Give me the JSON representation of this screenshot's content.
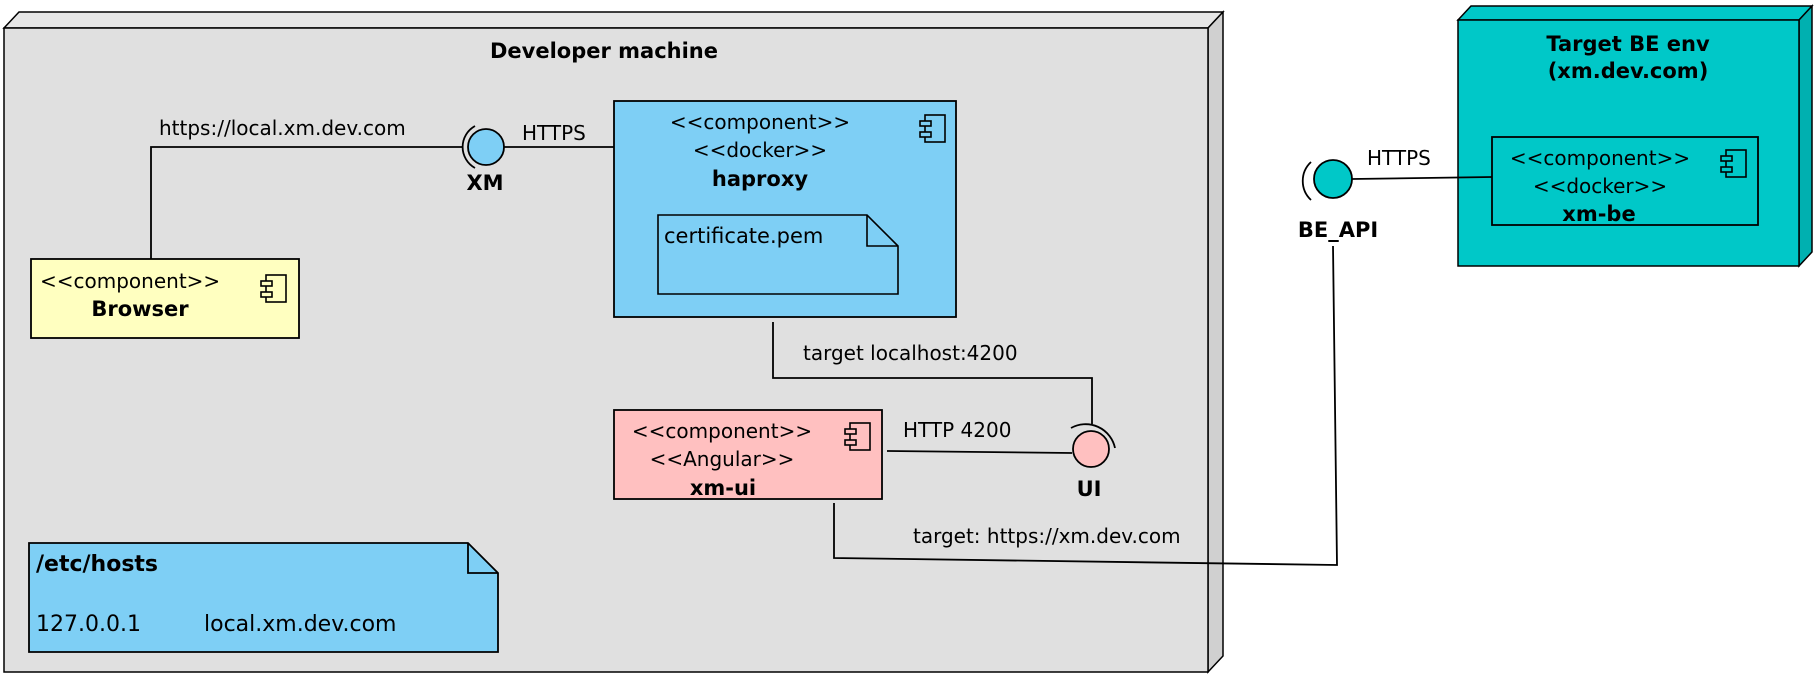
{
  "colors": {
    "node_face": "#e0e0e0",
    "node_side": "#d0d0d0",
    "be_face": "#00c8c8",
    "be_side": "#00b0b0",
    "haproxy": "#7ecff5",
    "browser": "#ffffc0",
    "xmui": "#ffc0c0",
    "hosts_note": "#7ecff5",
    "xm_iface": "#7ecff5",
    "ui_iface": "#ffc0c0",
    "be_iface": "#00c8c8"
  },
  "developer_node": {
    "title": "Developer machine"
  },
  "be_node": {
    "title_line1": "Target BE env",
    "title_line2": "(xm.dev.com)"
  },
  "browser": {
    "stereotype": "<<component>>",
    "name": "Browser"
  },
  "haproxy": {
    "stereotype1": "<<component>>",
    "stereotype2": "<<docker>>",
    "name": "haproxy",
    "note": "certificate.pem"
  },
  "xmui": {
    "stereotype1": "<<component>>",
    "stereotype2": "<<Angular>>",
    "name": "xm-ui"
  },
  "xmbe": {
    "stereotype1": "<<component>>",
    "stereotype2": "<<docker>>",
    "name": "xm-be"
  },
  "interfaces": {
    "xm": "XM",
    "ui": "UI",
    "be_api": "BE_API"
  },
  "edges": {
    "browser_xm": "https://local.xm.dev.com",
    "xm_haproxy": "HTTPS",
    "haproxy_ui": "target localhost:4200",
    "xmui_ui": "HTTP 4200",
    "xmui_beapi": "target: https://xm.dev.com",
    "beapi_xmbe": "HTTPS"
  },
  "hosts_note": {
    "title": "/etc/hosts",
    "ip": "127.0.0.1",
    "host": "local.xm.dev.com"
  }
}
